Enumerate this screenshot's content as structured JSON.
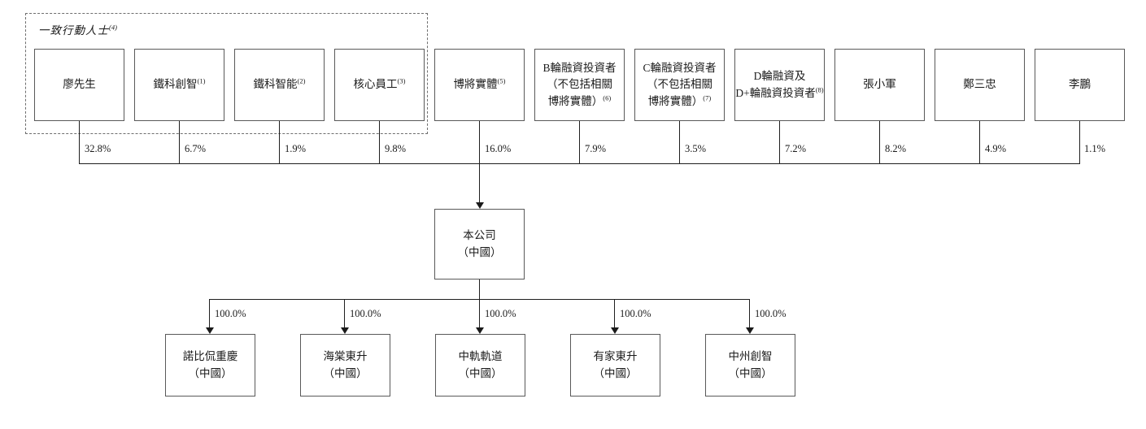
{
  "diagram": {
    "acting_in_concert_group": {
      "label": "一致行動人士",
      "note": "(4)"
    },
    "shareholders": [
      {
        "name": "廖先生",
        "note": "",
        "pct": "32.8%"
      },
      {
        "name": "鐵科創智",
        "note": "(1)",
        "pct": "6.7%"
      },
      {
        "name": "鐵科智能",
        "note": "(2)",
        "pct": "1.9%"
      },
      {
        "name": "核心員工",
        "note": "(3)",
        "pct": "9.8%"
      },
      {
        "name": "博將實體",
        "note": "(5)",
        "pct": "16.0%"
      },
      {
        "name": "B輪融資投資者\n（不包括相關\n博將實體）",
        "note": "(6)",
        "pct": "7.9%"
      },
      {
        "name": "C輪融資投資者\n（不包括相關\n博將實體）",
        "note": "(7)",
        "pct": "3.5%"
      },
      {
        "name": "D輪融資及\nD+輪融資投資者",
        "note": "(8)",
        "pct": "7.2%"
      },
      {
        "name": "張小軍",
        "note": "",
        "pct": "8.2%"
      },
      {
        "name": "鄭三忠",
        "note": "",
        "pct": "4.9%"
      },
      {
        "name": "李鵬",
        "note": "",
        "pct": "1.1%"
      }
    ],
    "company": {
      "name": "本公司\n（中國）"
    },
    "subsidiaries": [
      {
        "name": "諾比侃重慶\n（中國）",
        "pct": "100.0%"
      },
      {
        "name": "海棠東升\n（中國）",
        "pct": "100.0%"
      },
      {
        "name": "中軌軌道\n（中國）",
        "pct": "100.0%"
      },
      {
        "name": "有家東升\n（中國）",
        "pct": "100.0%"
      },
      {
        "name": "中州創智\n（中國）",
        "pct": "100.0%"
      }
    ],
    "line_color": "#1f1f1f",
    "border_color": "#595959"
  }
}
